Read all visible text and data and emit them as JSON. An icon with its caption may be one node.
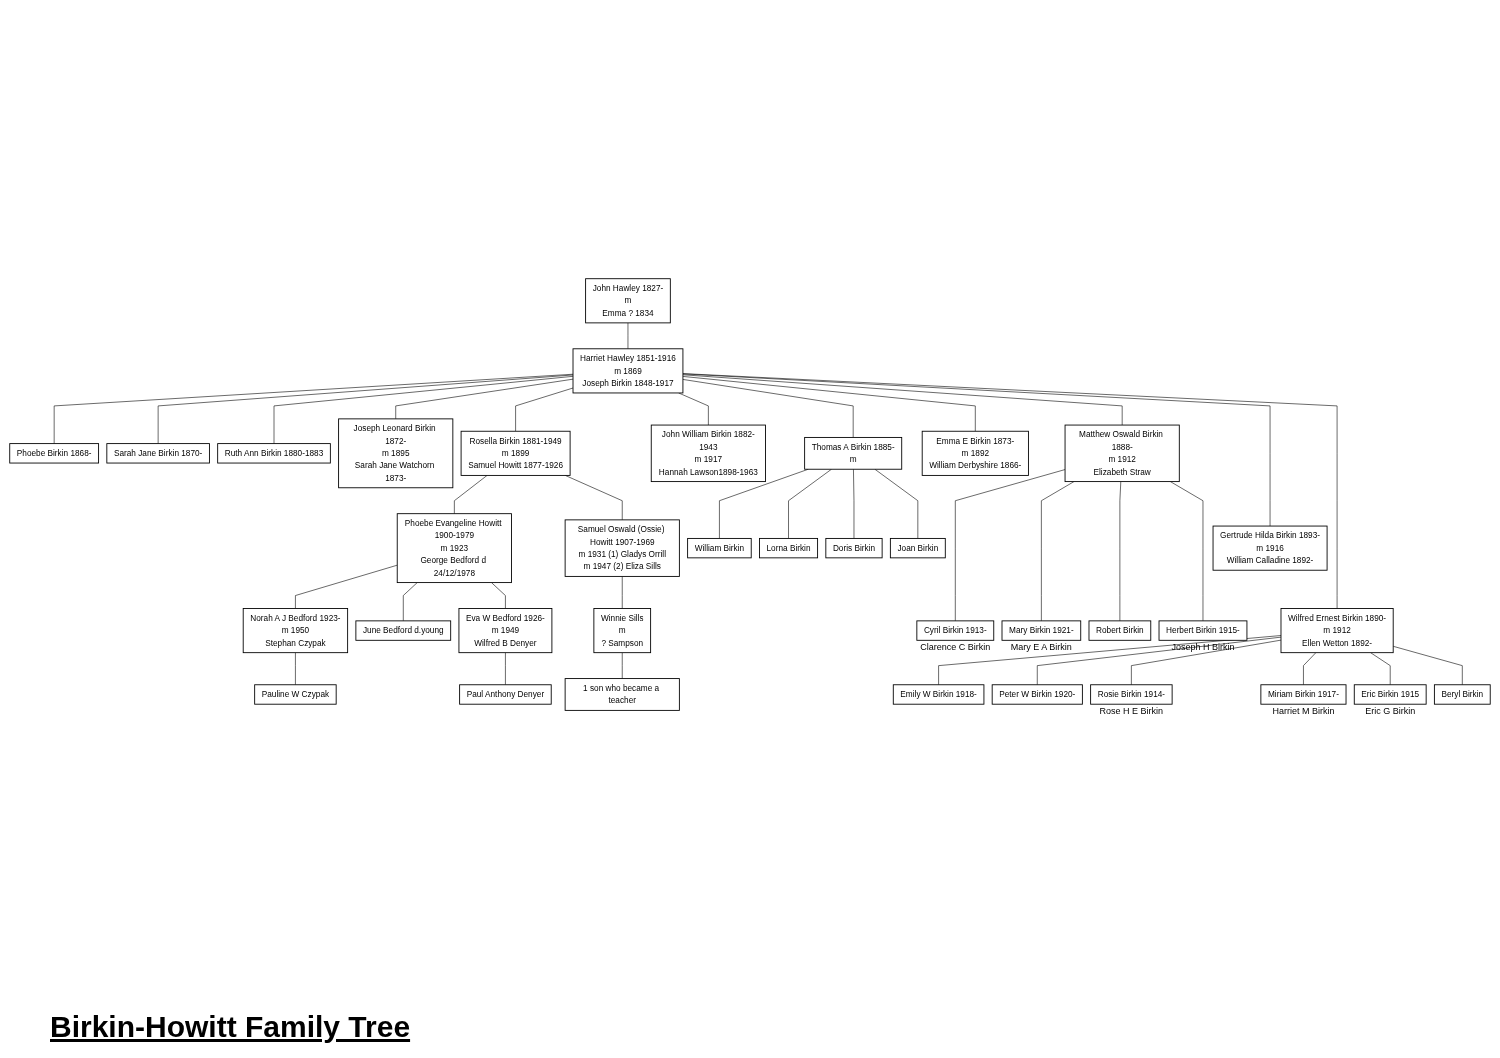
{
  "diagram": {
    "title": "Birkin-Howitt Family Tree",
    "nodes": [
      {
        "text": [
          "John Hawley 1827-",
          "m",
          "Emma ? 1834"
        ]
      },
      {
        "text": [
          "Harriet Hawley 1851-1916",
          "m 1869",
          "Joseph Birkin 1848-1917"
        ]
      },
      {
        "text": [
          "Phoebe Birkin 1868-"
        ]
      },
      {
        "text": [
          "Sarah Jane Birkin 1870-"
        ]
      },
      {
        "text": [
          "Ruth Ann Birkin 1880-1883"
        ]
      },
      {
        "text": [
          "Joseph Leonard Birkin 1872-",
          "m 1895",
          "Sarah Jane Watchorn 1873-"
        ]
      },
      {
        "text": [
          "Rosella Birkin 1881-1949",
          "m 1899",
          "Samuel Howitt 1877-1926"
        ]
      },
      {
        "text": [
          "John William Birkin 1882-1943",
          "m 1917",
          "Hannah Lawson1898-1963"
        ]
      },
      {
        "text": [
          "Thomas A Birkin 1885-",
          "m"
        ]
      },
      {
        "text": [
          "Emma E Birkin 1873-",
          "m 1892",
          "William Derbyshire 1866-"
        ]
      },
      {
        "text": [
          "Matthew Oswald Birkin 1888-",
          "m 1912",
          "Elizabeth Straw"
        ]
      },
      {
        "text": [
          "Phoebe Evangeline Howitt 1900-1979",
          "m 1923",
          "George Bedford d 24/12/1978"
        ]
      },
      {
        "text": [
          "Samuel Oswald (Ossie) Howitt 1907-1969",
          "m 1931 (1) Gladys Orrill",
          "m 1947 (2) Eliza Sills"
        ]
      },
      {
        "text": [
          "William Birkin"
        ]
      },
      {
        "text": [
          "Lorna Birkin"
        ]
      },
      {
        "text": [
          "Doris Birkin"
        ]
      },
      {
        "text": [
          "Joan Birkin"
        ]
      },
      {
        "text": [
          "Cyril Birkin 1913-"
        ],
        "beside": [
          "Clarence C Birkin"
        ]
      },
      {
        "text": [
          "Mary Birkin 1921-"
        ],
        "beside": [
          "Mary E A Birkin"
        ]
      },
      {
        "text": [
          "Robert Birkin"
        ]
      },
      {
        "text": [
          "Herbert Birkin 1915-"
        ],
        "beside": [
          "Joseph H Birkin"
        ]
      },
      {
        "text": [
          "Norah A J Bedford 1923-",
          "m 1950",
          "Stephan Czypak"
        ]
      },
      {
        "text": [
          "June Bedford d.young"
        ]
      },
      {
        "text": [
          "Eva W Bedford 1926-",
          "m 1949",
          "Wilfred B Denyer"
        ]
      },
      {
        "text": [
          "Winnie Sills",
          "m",
          "? Sampson"
        ]
      },
      {
        "text": [
          "Gertrude Hilda Birkin 1893-",
          "m 1916",
          "William Calladine 1892-"
        ]
      },
      {
        "text": [
          "Wilfred Ernest Birkin 1890-",
          "m 1912",
          "Ellen Wetton 1892-"
        ]
      },
      {
        "text": [
          "Pauline W Czypak"
        ]
      },
      {
        "text": [
          "Paul Anthony Denyer"
        ]
      },
      {
        "text": [
          "1 son who became a teacher"
        ]
      },
      {
        "text": [
          "Emily W Birkin 1918-"
        ]
      },
      {
        "text": [
          "Peter W Birkin 1920-"
        ]
      },
      {
        "text": [
          "Rosie Birkin 1914-"
        ],
        "beside": [
          "Rose H E Birkin"
        ]
      },
      {
        "text": [
          "Miriam Birkin 1917-"
        ],
        "beside": [
          "Harriet M Birkin"
        ]
      },
      {
        "text": [
          "Eric Birkin 1915"
        ],
        "beside": [
          "Eric G Birkin"
        ]
      },
      {
        "text": [
          "Beryl Birkin"
        ]
      }
    ],
    "edges": [
      {
        "from": 0,
        "to": 1,
        "arrow": "none"
      },
      {
        "from": 1,
        "to": 2,
        "arrow": "none"
      },
      {
        "from": 1,
        "to": 3,
        "arrow": "none"
      },
      {
        "from": 1,
        "to": 4,
        "arrow": "none"
      },
      {
        "from": 1,
        "to": 5,
        "arrow": "none"
      },
      {
        "from": 1,
        "to": 6,
        "arrow": "none"
      },
      {
        "from": 1,
        "to": 7,
        "arrow": "none"
      },
      {
        "from": 1,
        "to": 8,
        "arrow": "none"
      },
      {
        "from": 1,
        "to": 9,
        "arrow": "none"
      },
      {
        "from": 1,
        "to": 10,
        "arrow": "none"
      },
      {
        "from": 1,
        "to": 25,
        "arrow": "none"
      },
      {
        "from": 1,
        "to": 26,
        "arrow": "none"
      },
      {
        "from": 6,
        "to": 11,
        "arrow": "none"
      },
      {
        "from": 6,
        "to": 12,
        "arrow": "none"
      },
      {
        "from": 8,
        "to": 13,
        "arrow": "none"
      },
      {
        "from": 8,
        "to": 14,
        "arrow": "none"
      },
      {
        "from": 8,
        "to": 15,
        "arrow": "none"
      },
      {
        "from": 8,
        "to": 16,
        "arrow": "none"
      },
      {
        "from": 10,
        "to": 17,
        "arrow": "none"
      },
      {
        "from": 10,
        "to": 18,
        "arrow": "none"
      },
      {
        "from": 10,
        "to": 19,
        "arrow": "none"
      },
      {
        "from": 10,
        "to": 20,
        "arrow": "none"
      },
      {
        "from": 11,
        "to": 21,
        "arrow": "none"
      },
      {
        "from": 11,
        "to": 22,
        "arrow": "none"
      },
      {
        "from": 11,
        "to": 23,
        "arrow": "none"
      },
      {
        "from": 12,
        "to": 24,
        "arrow": "none"
      },
      {
        "from": 21,
        "to": 27,
        "arrow": "none"
      },
      {
        "from": 23,
        "to": 28,
        "arrow": "none"
      },
      {
        "from": 24,
        "to": 29,
        "arrow": "none"
      },
      {
        "from": 26,
        "to": 30,
        "arrow": "none"
      },
      {
        "from": 26,
        "to": 31,
        "arrow": "none"
      },
      {
        "from": 26,
        "to": 32,
        "arrow": "none"
      },
      {
        "from": 26,
        "to": 33,
        "arrow": "none"
      },
      {
        "from": 26,
        "to": 34,
        "arrow": "none"
      },
      {
        "from": 26,
        "to": 35,
        "arrow": "none"
      }
    ]
  }
}
